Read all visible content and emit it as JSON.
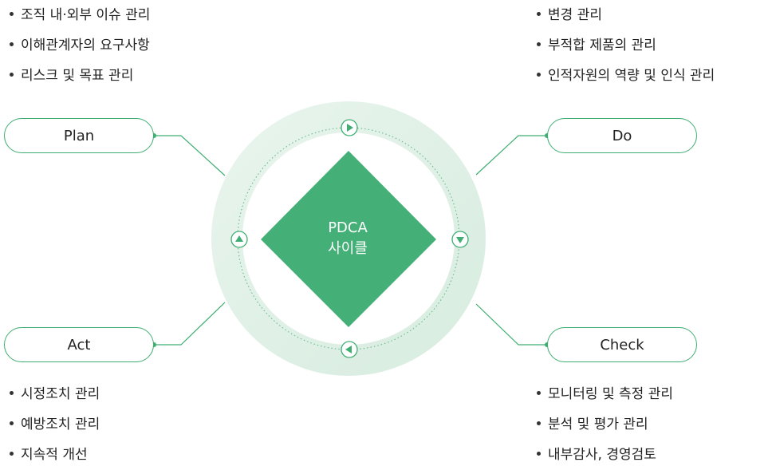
{
  "colors": {
    "accent": "#3fae72",
    "diamond": "#44b077",
    "ring": "#e6f3ea"
  },
  "center": {
    "line1": "PDCA",
    "line2": "사이클"
  },
  "phases": {
    "plan": {
      "label": "Plan",
      "items": [
        "조직 내·외부 이슈 관리",
        "이해관계자의 요구사항",
        "리스크 및 목표 관리"
      ]
    },
    "do": {
      "label": "Do",
      "items": [
        "변경 관리",
        "부적합 제품의 관리",
        "인적자원의 역량 및 인식 관리"
      ]
    },
    "act": {
      "label": "Act",
      "items": [
        "시정조치 관리",
        "예방조치 관리",
        "지속적 개선"
      ]
    },
    "check": {
      "label": "Check",
      "items": [
        "모니터링 및 측정 관리",
        "분석 및 평가 관리",
        "내부감사, 경영검토"
      ]
    }
  },
  "icons": {
    "top": "play-right-icon",
    "right": "play-down-icon",
    "bottom": "play-left-icon",
    "left": "play-up-icon"
  }
}
